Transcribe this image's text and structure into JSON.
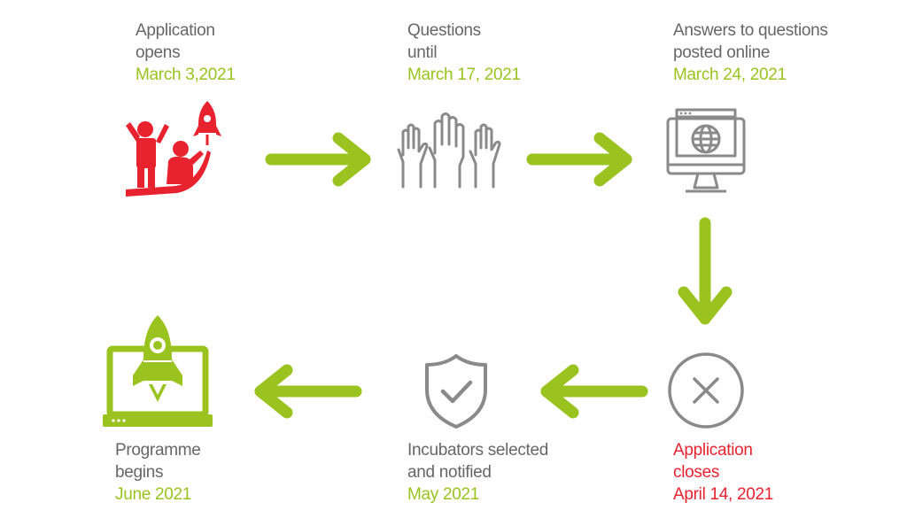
{
  "steps": [
    {
      "line1": "Application",
      "line2": "opens",
      "date": "March 3,2021"
    },
    {
      "line1": "Questions",
      "line2": "until",
      "date": "March 17, 2021"
    },
    {
      "line1": "Answers to questions",
      "line2": "posted online",
      "date": "March 24, 2021"
    },
    {
      "line1": "Application",
      "line2": "closes",
      "date": "April 14, 2021"
    },
    {
      "line1": "Incubators selected",
      "line2": "and notified",
      "date": "May 2021"
    },
    {
      "line1": "Programme",
      "line2": "begins",
      "date": "June 2021"
    }
  ],
  "colors": {
    "accent": "#9bc31f",
    "alert": "#e8232f",
    "icon_gray": "#8a8a8a",
    "text": "#666666"
  },
  "icons": [
    "people-rocket-icon",
    "raised-hands-icon",
    "monitor-globe-icon",
    "close-circle-icon",
    "shield-check-icon",
    "laptop-rocket-icon"
  ]
}
